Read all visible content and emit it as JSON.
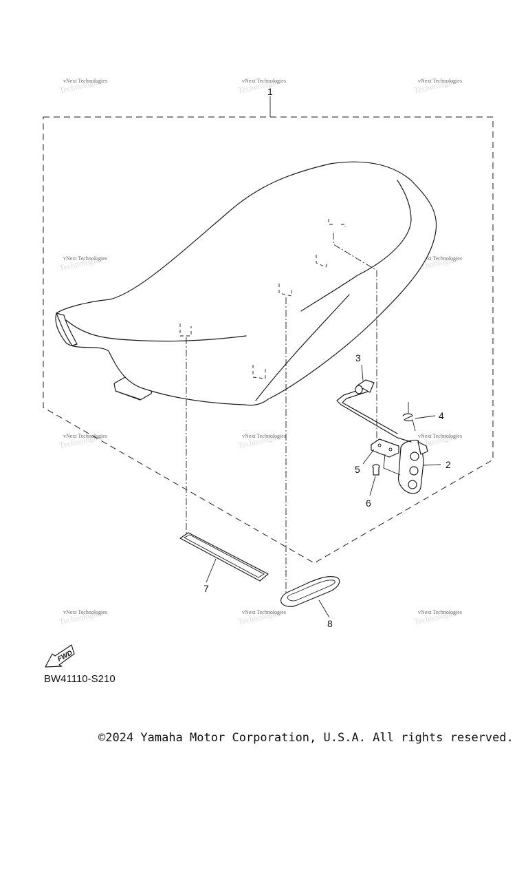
{
  "diagram": {
    "callouts": [
      "1",
      "2",
      "3",
      "4",
      "5",
      "6",
      "7",
      "8"
    ],
    "watermark": {
      "line1": "vNext Technologies",
      "line2": "Technologies"
    },
    "fwd_label": "FWD",
    "code": "BW41110-S210"
  },
  "footer": {
    "copyright": "©2024 Yamaha Motor Corporation, U.S.A. All rights reserved."
  }
}
